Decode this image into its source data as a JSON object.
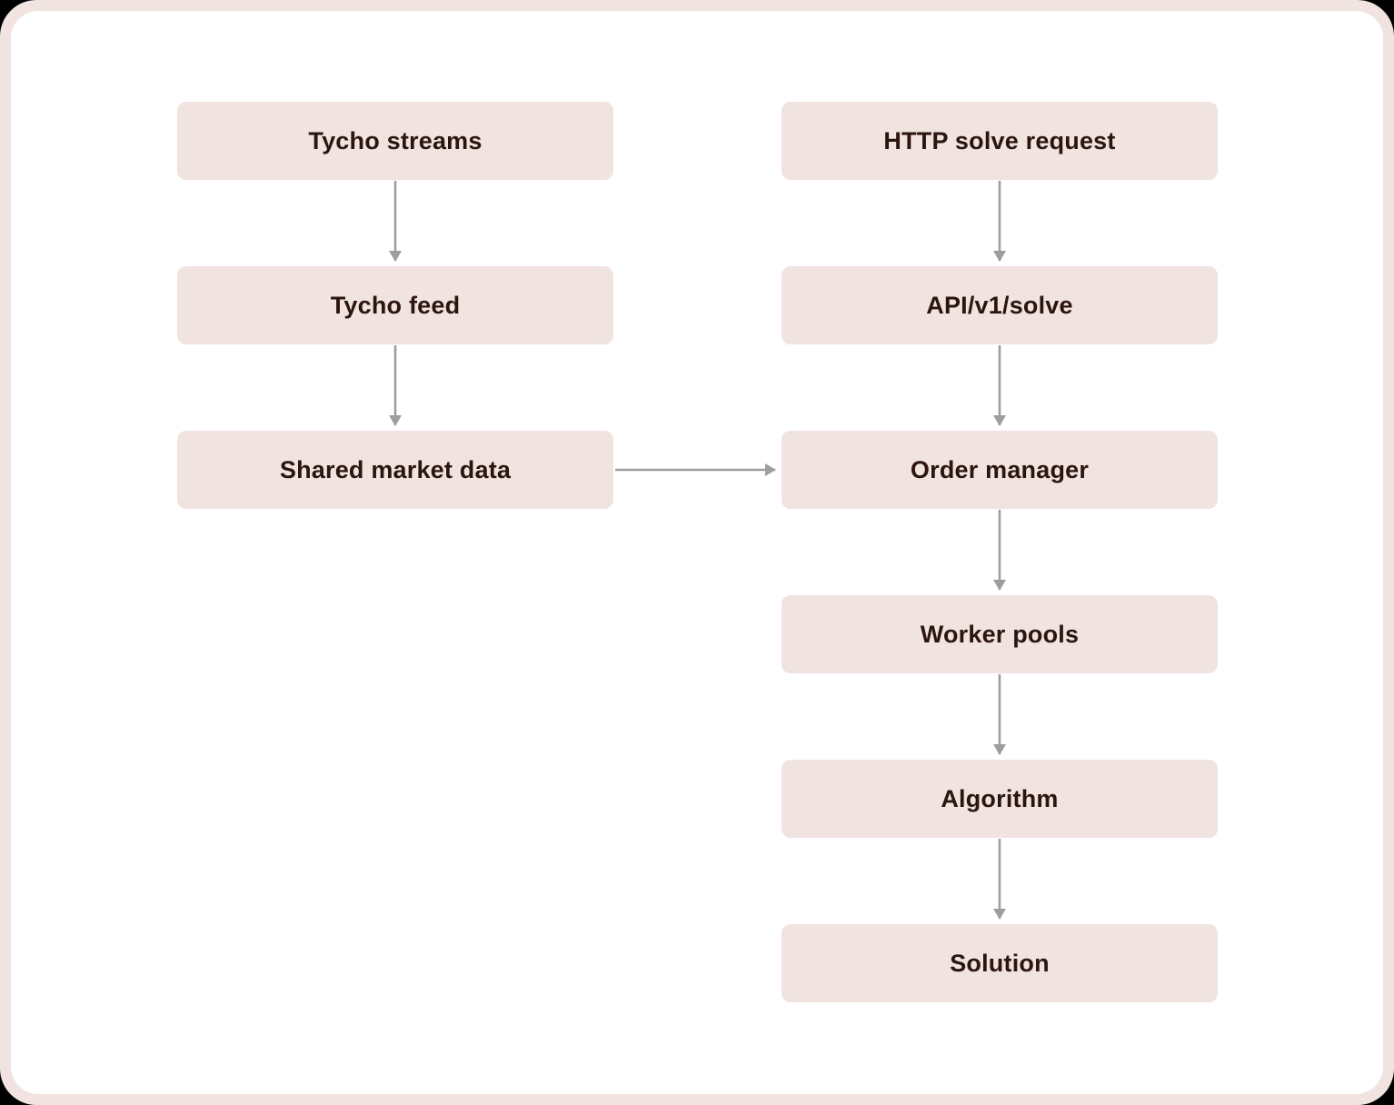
{
  "diagram": {
    "type": "flowchart",
    "nodes": [
      {
        "id": "tycho-streams",
        "label": "Tycho streams"
      },
      {
        "id": "tycho-feed",
        "label": "Tycho feed"
      },
      {
        "id": "shared-market-data",
        "label": "Shared market data"
      },
      {
        "id": "http-solve-request",
        "label": "HTTP solve request"
      },
      {
        "id": "api-v1-solve",
        "label": "API/v1/solve"
      },
      {
        "id": "order-manager",
        "label": "Order manager"
      },
      {
        "id": "worker-pools",
        "label": "Worker pools"
      },
      {
        "id": "algorithm",
        "label": "Algorithm"
      },
      {
        "id": "solution",
        "label": "Solution"
      }
    ],
    "edges": [
      {
        "from": "tycho-streams",
        "to": "tycho-feed"
      },
      {
        "from": "tycho-feed",
        "to": "shared-market-data"
      },
      {
        "from": "shared-market-data",
        "to": "order-manager"
      },
      {
        "from": "http-solve-request",
        "to": "api-v1-solve"
      },
      {
        "from": "api-v1-solve",
        "to": "order-manager"
      },
      {
        "from": "order-manager",
        "to": "worker-pools"
      },
      {
        "from": "worker-pools",
        "to": "algorithm"
      },
      {
        "from": "algorithm",
        "to": "solution"
      }
    ],
    "colors": {
      "node_fill": "#f0e3e0",
      "node_text": "#2b150e",
      "arrow": "#9e9e9e",
      "page_background": "#ffffff",
      "frame_background": "#f0e3e0"
    }
  }
}
